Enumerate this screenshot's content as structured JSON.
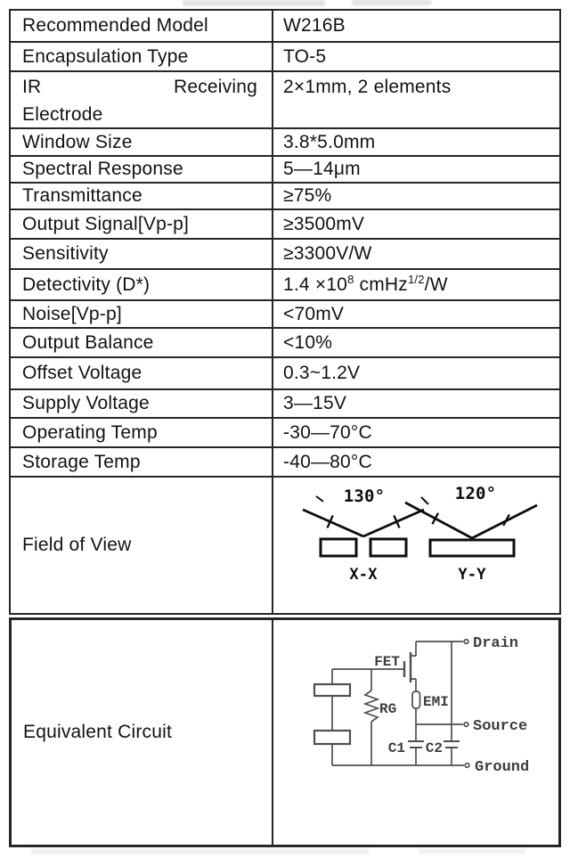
{
  "colors": {
    "table_border": "#262626",
    "text": "#121212",
    "diagram_ink": "#0d0d0d",
    "circuit_line": "#4f4f4f",
    "circuit_text": "#3d3d3d"
  },
  "spec_rows": [
    {
      "label": "Recommended Model",
      "value": "W216B"
    },
    {
      "label": "Encapsulation Type",
      "value": "TO-5"
    },
    {
      "label": "IR Receiving Electrode",
      "label_w1": "IR",
      "label_w2": "Receiving",
      "label_w3": "Electrode",
      "value": "2×1mm, 2 elements"
    },
    {
      "label": "Window Size",
      "value": "3.8*5.0mm"
    },
    {
      "label": "Spectral Response",
      "value": "5—14μm"
    },
    {
      "label": "Transmittance",
      "value": "≥75%"
    },
    {
      "label": "Output Signal[Vp-p]",
      "value": "≥3500mV"
    },
    {
      "label": "Sensitivity",
      "value": "≥3300V/W"
    },
    {
      "label": "Detectivity (D*)",
      "value_parts": {
        "p1": "1.4 ×10",
        "sup1": "8",
        "p2": " cmHz",
        "sup2": "1/2",
        "p3": "/W"
      }
    },
    {
      "label": "Noise[Vp-p]",
      "value": "<70mV"
    },
    {
      "label": "Output Balance",
      "value": "<10%"
    },
    {
      "label": "Offset Voltage",
      "value": "0.3~1.2V"
    },
    {
      "label": "Supply Voltage",
      "value": "3—15V"
    },
    {
      "label": "Operating Temp",
      "value": "-30—70°C"
    },
    {
      "label": "Storage Temp",
      "value": "-40—80°C"
    }
  ],
  "field_of_view": {
    "label": "Field of View",
    "x_angle": "130°",
    "x_caption": "X-X",
    "y_angle": "120°",
    "y_caption": "Y-Y"
  },
  "equivalent_circuit": {
    "label": "Equivalent Circuit",
    "fet": "FET",
    "rg": "RG",
    "emi": "EMI",
    "c1": "C1",
    "c2": "C2",
    "drain": "Drain",
    "source": "Source",
    "ground": "Ground"
  }
}
